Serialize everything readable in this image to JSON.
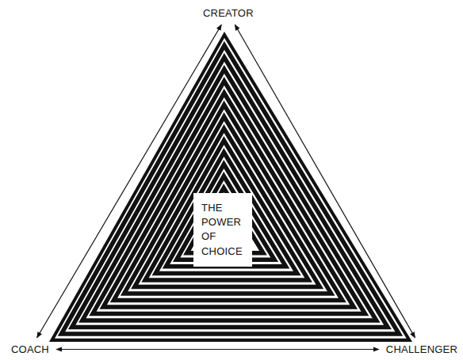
{
  "diagram": {
    "nodes": [
      {
        "text": [
          "CREATOR"
        ]
      },
      {
        "text": [
          "THE POWER OF CHOICE"
        ]
      },
      {
        "text": [
          "COACH"
        ]
      },
      {
        "text": [
          "CHALLENGER"
        ]
      }
    ],
    "edges": [
      {
        "from": 0,
        "to": 2,
        "arrow": "both"
      },
      {
        "from": 0,
        "to": 3,
        "arrow": "both"
      },
      {
        "from": 2,
        "to": 3,
        "arrow": "both"
      }
    ]
  }
}
